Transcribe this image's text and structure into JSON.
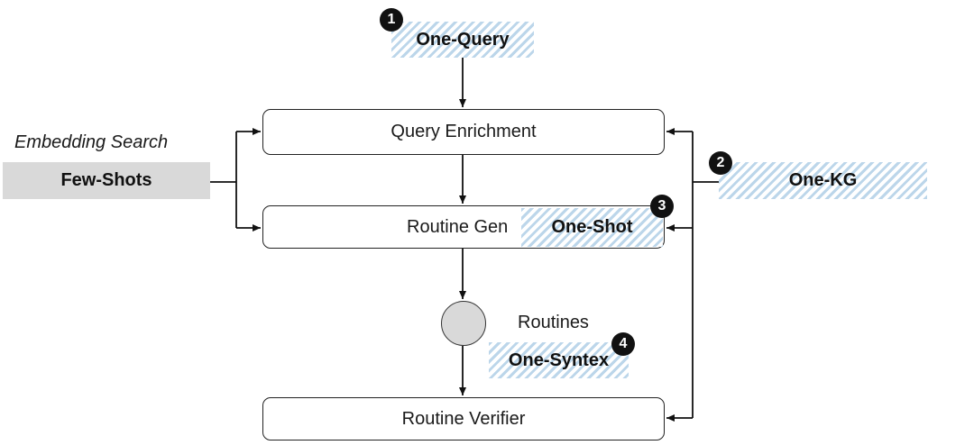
{
  "nodes": {
    "query_enrichment": "Query Enrichment",
    "routine_gen": "Routine Gen",
    "routine_verifier": "Routine Verifier",
    "routines_label": "Routines"
  },
  "inputs": {
    "embedding_search": "Embedding Search",
    "few_shots": "Few-Shots"
  },
  "techniques": [
    {
      "number": "1",
      "label": "One-Query"
    },
    {
      "number": "2",
      "label": "One-KG"
    },
    {
      "number": "3",
      "label": "One-Shot"
    },
    {
      "number": "4",
      "label": "One-Syntex"
    }
  ],
  "colors": {
    "hatch_blue": "#bcd6ea",
    "few_shots_gray": "#d9d9d9",
    "line": "#111111"
  }
}
